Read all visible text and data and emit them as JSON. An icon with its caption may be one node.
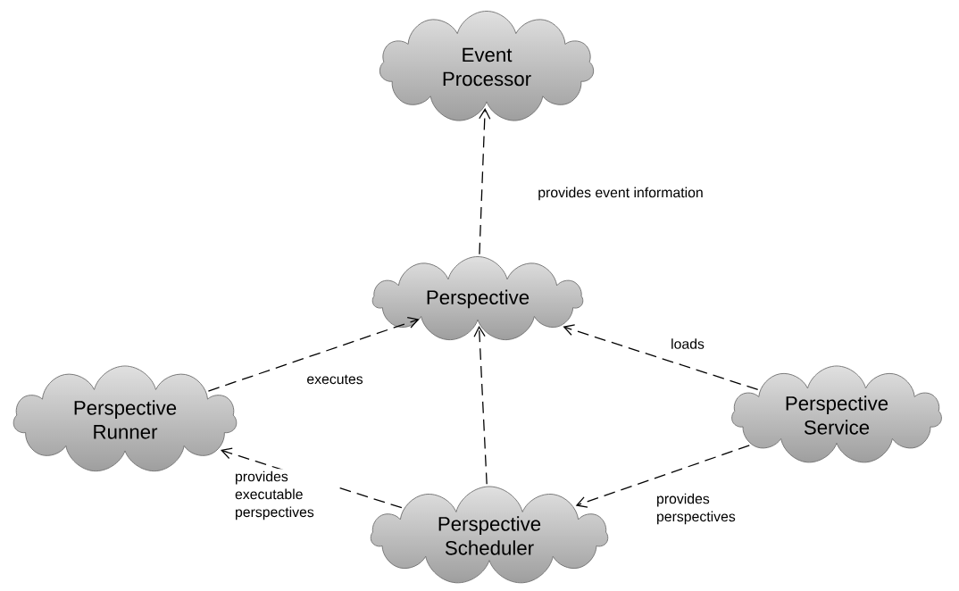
{
  "diagram": {
    "nodes": [
      {
        "text": [
          "Event Processor"
        ]
      },
      {
        "text": [
          "Perspective"
        ]
      },
      {
        "text": [
          "Perspective Runner"
        ]
      },
      {
        "text": [
          "Perspective Service"
        ]
      },
      {
        "text": [
          "Perspective Scheduler"
        ]
      }
    ],
    "edges": [
      {
        "from": 1,
        "to": 0,
        "arrow": "to",
        "label": "provides event information",
        "style": "dashed"
      },
      {
        "from": 2,
        "to": 1,
        "arrow": "to",
        "label": "executes",
        "style": "dashed"
      },
      {
        "from": 3,
        "to": 1,
        "arrow": "to",
        "label": "loads",
        "style": "dashed"
      },
      {
        "from": 4,
        "to": 1,
        "arrow": "to",
        "style": "dashed"
      },
      {
        "from": 4,
        "to": 2,
        "arrow": "to",
        "label": "provides executable perspectives",
        "style": "dashed"
      },
      {
        "from": 3,
        "to": 4,
        "arrow": "to",
        "label": "provides perspectives",
        "style": "dashed"
      }
    ]
  }
}
